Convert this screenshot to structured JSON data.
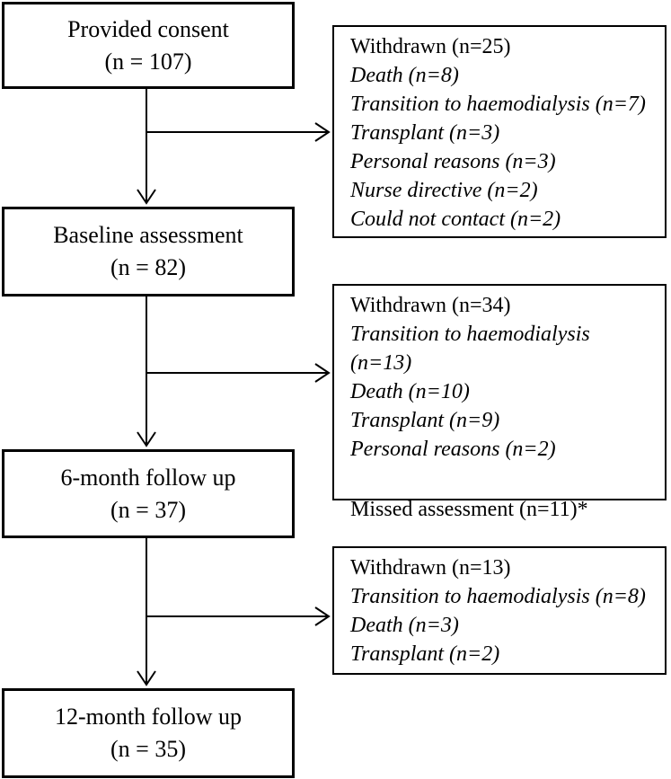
{
  "figure": {
    "background_color": "#ffffff",
    "line_color": "#000000",
    "type": "participant-flow-diagram"
  },
  "flow": {
    "stages": [
      {
        "label": "Provided consent",
        "n": "(n = 107)"
      },
      {
        "label": "Baseline assessment",
        "n": "(n = 82)"
      },
      {
        "label": "6-month follow up",
        "n": "(n = 37)"
      },
      {
        "label": "12-month follow up",
        "n": "(n = 35)"
      }
    ],
    "withdrawals": [
      {
        "title": "Withdrawn (n=25)",
        "reasons": [
          "Death (n=8)",
          "Transition to haemodialysis (n=7)",
          "Transplant (n=3)",
          "Personal reasons (n=3)",
          "Nurse directive (n=2)",
          "Could not contact (n=2)"
        ],
        "note": ""
      },
      {
        "title": "Withdrawn (n=34)",
        "reasons": [
          "Transition to haemodialysis (n=13)",
          "Death (n=10)",
          "Transplant (n=9)",
          "Personal reasons (n=2)"
        ],
        "note": "Missed assessment (n=11)*"
      },
      {
        "title": "Withdrawn (n=13)",
        "reasons": [
          "Transition to haemodialysis (n=8)",
          "Death (n=3)",
          "Transplant (n=2)"
        ],
        "note": ""
      }
    ]
  }
}
